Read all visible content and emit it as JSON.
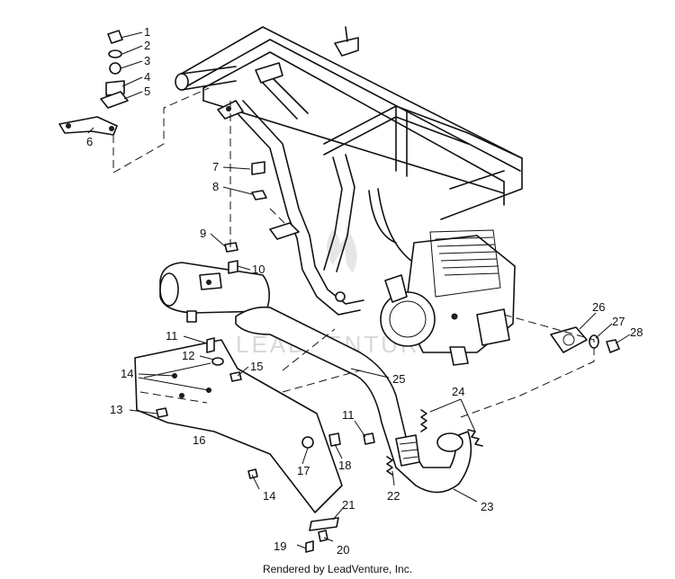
{
  "diagram": {
    "callouts": [
      {
        "id": "1",
        "label": "1"
      },
      {
        "id": "2",
        "label": "2"
      },
      {
        "id": "3",
        "label": "3"
      },
      {
        "id": "4",
        "label": "4"
      },
      {
        "id": "5",
        "label": "5"
      },
      {
        "id": "6",
        "label": "6"
      },
      {
        "id": "7",
        "label": "7"
      },
      {
        "id": "8",
        "label": "8"
      },
      {
        "id": "9",
        "label": "9"
      },
      {
        "id": "10",
        "label": "10"
      },
      {
        "id": "11a",
        "label": "11"
      },
      {
        "id": "12",
        "label": "12"
      },
      {
        "id": "13",
        "label": "13"
      },
      {
        "id": "14a",
        "label": "14"
      },
      {
        "id": "15",
        "label": "15"
      },
      {
        "id": "16",
        "label": "16"
      },
      {
        "id": "11b",
        "label": "11"
      },
      {
        "id": "17",
        "label": "17"
      },
      {
        "id": "18",
        "label": "18"
      },
      {
        "id": "14b",
        "label": "14"
      },
      {
        "id": "19",
        "label": "19"
      },
      {
        "id": "20",
        "label": "20"
      },
      {
        "id": "21",
        "label": "21"
      },
      {
        "id": "22",
        "label": "22"
      },
      {
        "id": "23",
        "label": "23"
      },
      {
        "id": "24",
        "label": "24"
      },
      {
        "id": "25",
        "label": "25"
      },
      {
        "id": "26",
        "label": "26"
      },
      {
        "id": "27",
        "label": "27"
      },
      {
        "id": "28",
        "label": "28"
      }
    ],
    "watermark": "LEADVENTURE"
  },
  "footer": {
    "text": "Rendered by LeadVenture, Inc."
  }
}
